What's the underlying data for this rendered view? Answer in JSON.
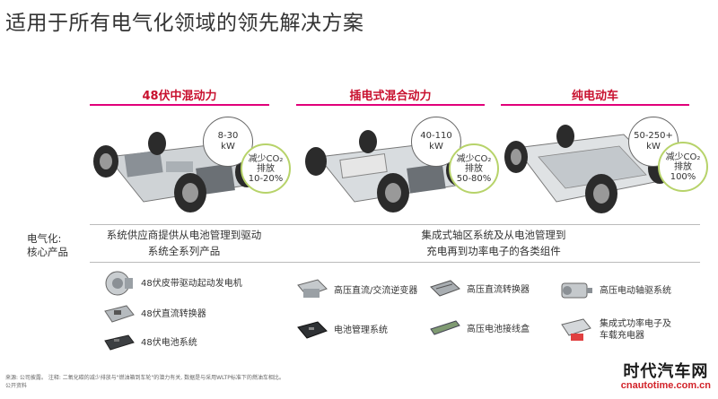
{
  "title": "适用于所有电气化领域的领先解决方案",
  "columns": [
    {
      "header": "48伏中混动力",
      "power": "8-30",
      "unit": "kW",
      "co2_line1": "减少CO₂",
      "co2_line2": "排放",
      "co2_value": "10-20%"
    },
    {
      "header": "插电式混合动力",
      "power": "40-110",
      "unit": "kW",
      "co2_line1": "减少CO₂",
      "co2_line2": "排放",
      "co2_value": "50-80%"
    },
    {
      "header": "纯电动车",
      "power": "50-250+",
      "unit": "kW",
      "co2_line1": "减少CO₂",
      "co2_line2": "排放",
      "co2_value": "100%"
    }
  ],
  "section": {
    "label_line1": "电气化:",
    "label_line2": "核心产品",
    "desc_left_line1": "系统供应商提供从电池管理到驱动",
    "desc_left_line2": "系统全系列产品",
    "desc_right_line1": "集成式轴区系统及从电池管理到",
    "desc_right_line2": "充电再到功率电子的各类组件"
  },
  "products_left": [
    {
      "label": "48伏皮带驱动起动发电机",
      "icon": "starter-generator-icon"
    },
    {
      "label": "48伏直流转换器",
      "icon": "dc-converter-icon"
    },
    {
      "label": "48伏电池系统",
      "icon": "battery-icon"
    }
  ],
  "products_mid": [
    {
      "label": "高压直流/交流逆变器",
      "icon": "inverter-icon"
    },
    {
      "label": "电池管理系统",
      "icon": "bms-icon"
    }
  ],
  "products_mid2": [
    {
      "label": "高压直流转换器",
      "icon": "hv-converter-icon"
    },
    {
      "label": "高压电池接线盒",
      "icon": "junction-box-icon"
    }
  ],
  "products_right": [
    {
      "label": "高压电动轴驱系统",
      "icon": "e-axle-icon"
    },
    {
      "label_line1": "集成式功率电子及",
      "label_line2": "车载充电器",
      "icon": "charger-icon"
    }
  ],
  "footnote": {
    "line1": "来源: 公司披露。 注释: 二氧化碳的减少排放与\"燃油箱到车轮\"的潜力有关, 数据是与采用WLTP标准下的燃油车相比。",
    "line2": "公开资料"
  },
  "watermark": {
    "main": "时代汽车网",
    "sub": "cnautotime.com.cn"
  },
  "colors": {
    "accent": "#c8102e",
    "line": "#e1007a",
    "co2_ring": "#b7d36a"
  }
}
